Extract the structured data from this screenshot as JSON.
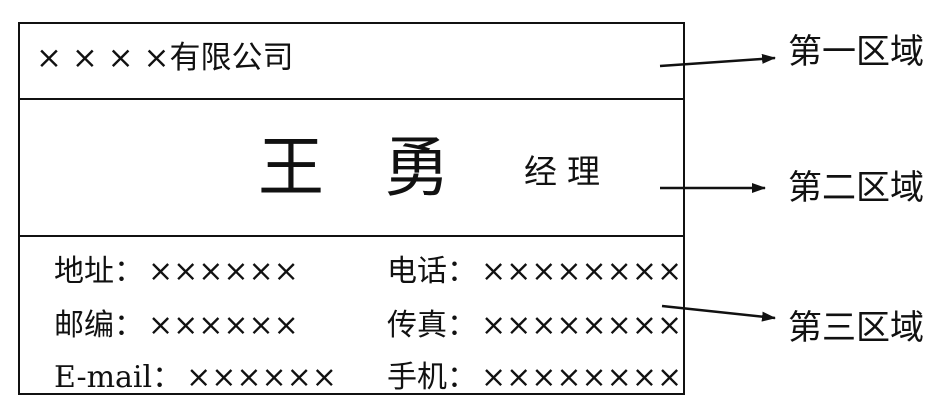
{
  "card": {
    "company": "× × × ×有限公司",
    "name": "王勇",
    "title": "经理",
    "fields": {
      "address": {
        "label": "地址：",
        "value": "××××××"
      },
      "postcode": {
        "label": "邮编：",
        "value": "××××××"
      },
      "email": {
        "label": "E-mail：",
        "value": "××××××"
      },
      "phone": {
        "label": "电话：",
        "value": "××××××××"
      },
      "fax": {
        "label": "传真：",
        "value": "××××××××"
      },
      "mobile": {
        "label": "手机：",
        "value": "××××××××"
      }
    }
  },
  "regions": {
    "first": "第一区域",
    "second": "第二区域",
    "third": "第三区域"
  }
}
